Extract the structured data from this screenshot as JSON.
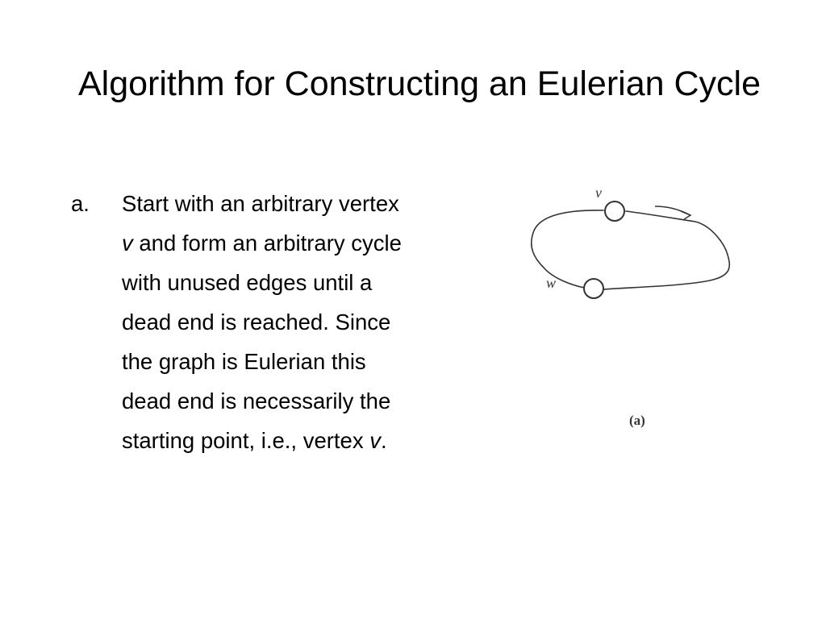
{
  "slide": {
    "title": "Algorithm for Constructing an Eulerian Cycle",
    "items": [
      {
        "marker": "a.",
        "lines": [
          {
            "segments": [
              {
                "text": "Start with an arbitrary vertex",
                "italic": false
              }
            ]
          },
          {
            "segments": [
              {
                "text": "v",
                "italic": true
              },
              {
                "text": " and form an arbitrary cycle",
                "italic": false
              }
            ]
          },
          {
            "segments": [
              {
                "text": "with unused edges until a",
                "italic": false
              }
            ]
          },
          {
            "segments": [
              {
                "text": "dead end is reached.  Since",
                "italic": false
              }
            ]
          },
          {
            "segments": [
              {
                "text": "the graph is Eulerian this",
                "italic": false
              }
            ]
          },
          {
            "segments": [
              {
                "text": "dead end is necessarily the",
                "italic": false
              }
            ]
          },
          {
            "segments": [
              {
                "text": "starting point, i.e., vertex ",
                "italic": false
              },
              {
                "text": "v",
                "italic": true
              },
              {
                "text": ".",
                "italic": false
              }
            ]
          }
        ]
      }
    ]
  },
  "figure": {
    "vertex_v_label": "v",
    "vertex_w_label": "w",
    "caption": "(a)",
    "stroke_color": "#333333"
  }
}
